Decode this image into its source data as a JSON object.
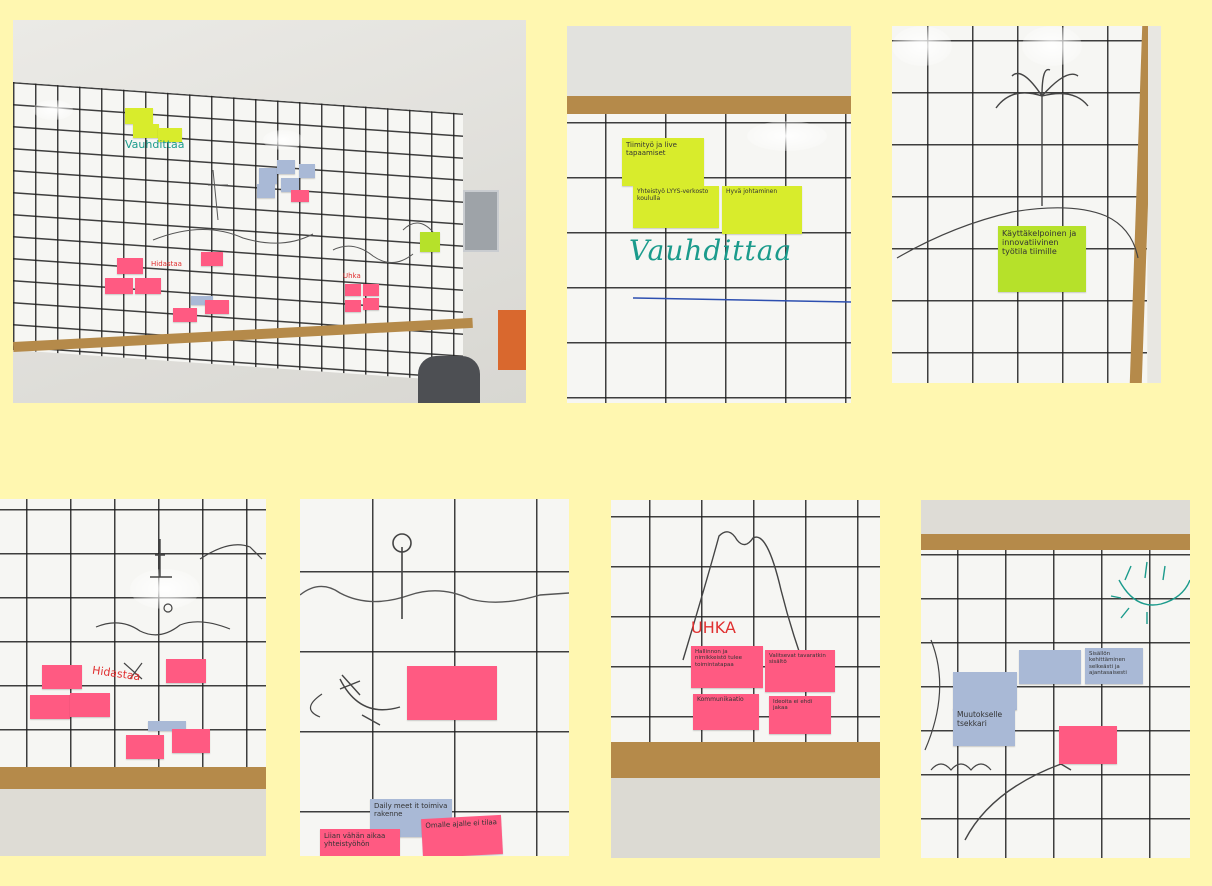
{
  "photos": [
    {
      "id": "overview",
      "heading": "Vauhdittaa",
      "labels": {
        "red_word": "Hidastaa",
        "red_word2": "Uhka"
      }
    },
    {
      "id": "vauhdittaa-closeup",
      "notes": [
        {
          "text": "Tiimityö ja live tapaamiset"
        },
        {
          "text": "Yhteistyö LYYS-verkosto koululla"
        },
        {
          "text": "Hyvä johtaminen"
        }
      ],
      "heading": "Vauhdittaa"
    },
    {
      "id": "island-closeup",
      "notes": [
        {
          "text": "Käyttäkelpoinen ja innovatiivinen työtila tiimille"
        }
      ]
    },
    {
      "id": "hidastaa-closeup",
      "labels": {
        "red_word": "Hidastaa"
      }
    },
    {
      "id": "mountain-closeup",
      "notes": [
        {
          "text": "Daily meet it toimiva rakenne"
        },
        {
          "text": "Liian vähän aikaa yhteistyöhön"
        },
        {
          "text": "Omalle ajalle ei tilaa"
        }
      ]
    },
    {
      "id": "uhka-closeup",
      "labels": {
        "red_word": "UHKA"
      },
      "notes": [
        {
          "text": "Hallinnon ja nimikkeistö tulee toimintatapaa"
        },
        {
          "text": "Valitsevat tavaratkin sisältö"
        },
        {
          "text": "Kommunikaatio"
        },
        {
          "text": "Ideoita ei ehdi jakaa"
        }
      ]
    },
    {
      "id": "sun-closeup",
      "notes": [
        {
          "text": "Sisällön kehittäminen selkeästi ja ajantasaisesti"
        },
        {
          "text": "Muutokselle tsekkari"
        }
      ]
    }
  ]
}
